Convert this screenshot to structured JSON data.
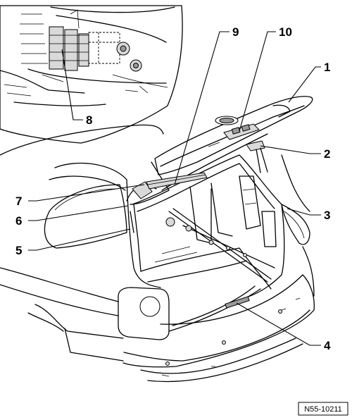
{
  "figure": {
    "reference": "N55-10211",
    "callouts": [
      {
        "id": "c1",
        "text": "1"
      },
      {
        "id": "c2",
        "text": "2"
      },
      {
        "id": "c3",
        "text": "3"
      },
      {
        "id": "c4",
        "text": "4"
      },
      {
        "id": "c5",
        "text": "5"
      },
      {
        "id": "c6",
        "text": "6"
      },
      {
        "id": "c7",
        "text": "7"
      },
      {
        "id": "c8",
        "text": "8"
      },
      {
        "id": "c9",
        "text": "9"
      },
      {
        "id": "c10",
        "text": "10"
      }
    ]
  }
}
